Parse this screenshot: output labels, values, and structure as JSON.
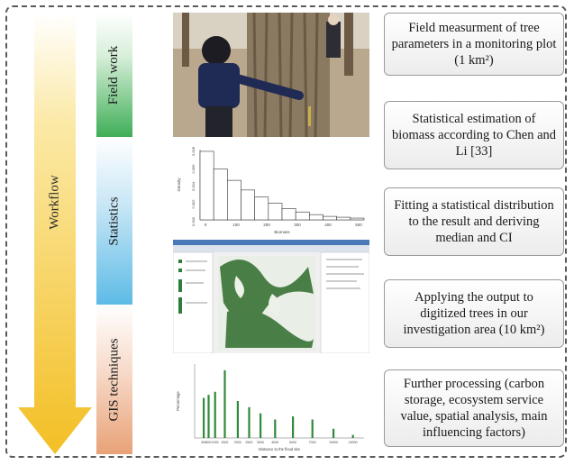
{
  "workflow": {
    "label": "Workflow"
  },
  "stages": {
    "field": "Field work",
    "statistics": "Statistics",
    "gis": "GIS techniques"
  },
  "steps": [
    "Field measurment of tree parameters in a monitoring plot (1 km²)",
    "Statistical estimation of biomass according to Chen and Li [33]",
    "Fitting a statistical distribution to the result and deriving median and CI",
    "Applying the output to digitized trees in our investigation area  (10 km²)",
    "Further processing (carbon storage, ecosystem service value, spatial analysis, main influencing factors)"
  ],
  "colors": {
    "arrow": "#f6c531",
    "field": "#3fae57",
    "statistics": "#5dbbe6",
    "gis": "#e8a277",
    "bars": "#2f8a3a"
  },
  "histogram": {
    "ylabel": "Density",
    "xlabel": "Biomass",
    "yticks": [
      "0.000",
      "0.002",
      "0.004",
      "0.006",
      "0.008"
    ],
    "xticks": [
      "0",
      "100",
      "200",
      "300",
      "400",
      "500"
    ],
    "bins": [
      0.0078,
      0.0058,
      0.0045,
      0.0034,
      0.0026,
      0.0019,
      0.0013,
      0.0009,
      0.0006,
      0.0004,
      0.0003,
      0.0002
    ]
  },
  "bar_chart": {
    "ylabel": "Percentage",
    "xlabel": "Distance to the flood site",
    "values": [
      13,
      14,
      15,
      22,
      12,
      10,
      8,
      6,
      7,
      6,
      3,
      1
    ],
    "xticks": [
      "300",
      "600",
      "1000",
      "1500",
      "2000",
      "2500",
      "3000",
      "4000",
      "5000",
      "7000",
      "10000",
      "15000"
    ]
  },
  "icons": {
    "photo": "tree-measurement-photo",
    "gis": "gis-software-screenshot"
  }
}
